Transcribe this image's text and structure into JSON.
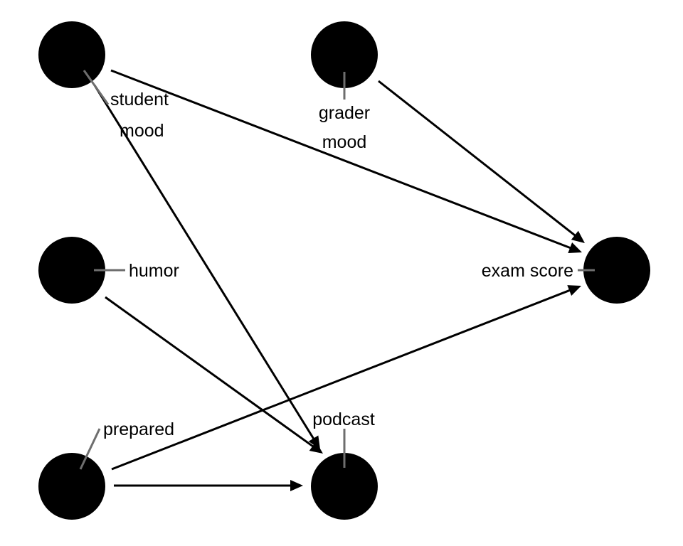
{
  "diagram": {
    "type": "directed-graph",
    "nodes": [
      {
        "id": "student_mood",
        "label_lines": [
          "student",
          "mood"
        ]
      },
      {
        "id": "grader_mood",
        "label_lines": [
          "grader",
          "mood"
        ]
      },
      {
        "id": "humor",
        "label_lines": [
          "humor"
        ]
      },
      {
        "id": "exam_score",
        "label_lines": [
          "exam score"
        ]
      },
      {
        "id": "prepared",
        "label_lines": [
          "prepared"
        ]
      },
      {
        "id": "podcast",
        "label_lines": [
          "podcast"
        ]
      }
    ],
    "edges": [
      {
        "from": "student_mood",
        "to": "exam_score"
      },
      {
        "from": "student_mood",
        "to": "podcast"
      },
      {
        "from": "grader_mood",
        "to": "exam_score"
      },
      {
        "from": "humor",
        "to": "podcast"
      },
      {
        "from": "prepared",
        "to": "exam_score"
      },
      {
        "from": "prepared",
        "to": "podcast"
      }
    ],
    "colors": {
      "node": "#000000",
      "edge": "#000000",
      "leader": "#6e6e6e",
      "background": "#ffffff"
    }
  }
}
